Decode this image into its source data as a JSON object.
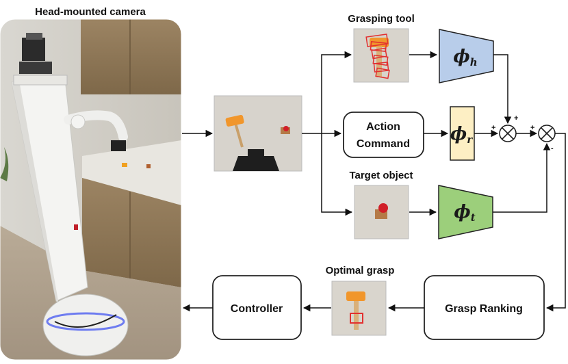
{
  "labels": {
    "camera": "Head-mounted camera",
    "grasping_tool": "Grasping tool",
    "target_object": "Target object",
    "optimal_grasp": "Optimal grasp"
  },
  "blocks": {
    "action_line1": "Action",
    "action_line2": "Command",
    "controller": "Controller",
    "ranking": "Grasp Ranking"
  },
  "encoders": {
    "h": {
      "base": "ϕ",
      "sub": "h",
      "color": "#b8cdea"
    },
    "r": {
      "base": "ϕ",
      "sub": "r",
      "color": "#fdefc4"
    },
    "t": {
      "base": "ϕ",
      "sub": "t",
      "color": "#9ccf7b"
    }
  },
  "signs": {
    "mul_left": "+",
    "mul_top": "+",
    "sum_left": "+",
    "sum_bottom": "-"
  }
}
